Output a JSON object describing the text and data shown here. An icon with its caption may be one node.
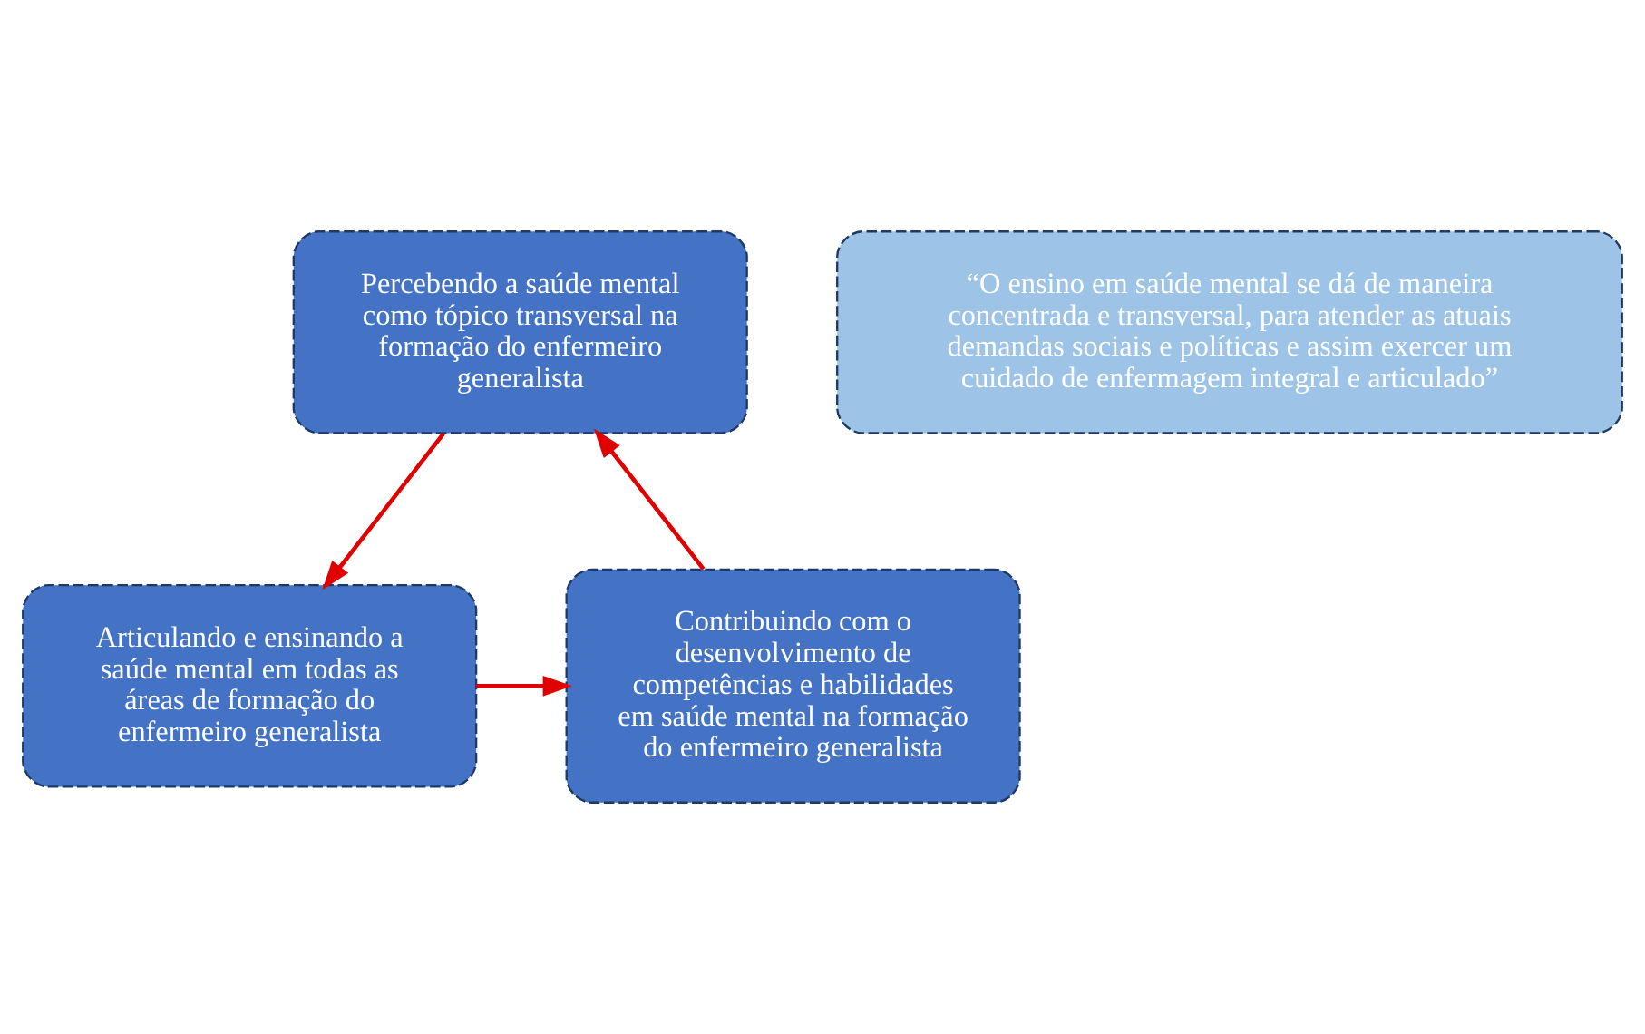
{
  "diagram": {
    "nodes": [
      {
        "text": [
          "Percebendo a saúde mental como tópico transversal na formação do enfermeiro generalista"
        ]
      },
      {
        "text": [
          "“O ensino em saúde mental se dá de maneira concentrada e transversal, para atender as atuais demandas sociais e políticas e assim exercer um cuidado de enfermagem integral e articulado”"
        ]
      },
      {
        "text": [
          "Contribuindo com o desenvolvimento de competências e habilidades em saúde mental na formação do enfermeiro generalista"
        ]
      },
      {
        "text": [
          "Articulando e ensinando a saúde mental em todas as áreas de formação do enfermeiro generalista"
        ]
      }
    ],
    "edges": [
      {
        "from": 0,
        "to": 3,
        "arrow": "to"
      },
      {
        "from": 3,
        "to": 2,
        "arrow": "to"
      },
      {
        "from": 2,
        "to": 0,
        "arrow": "to"
      }
    ]
  }
}
